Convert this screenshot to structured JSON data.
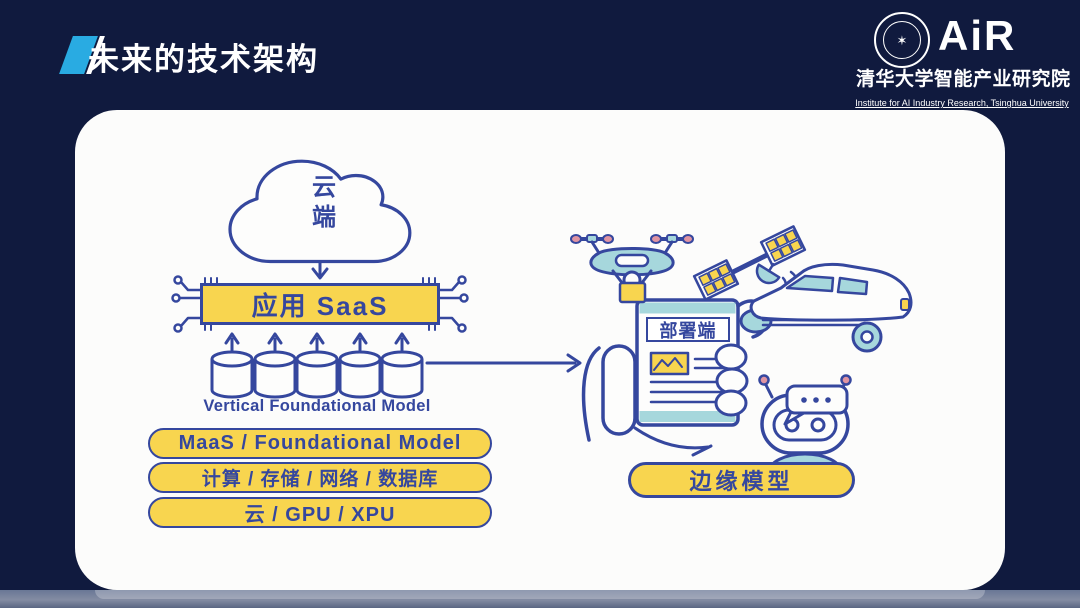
{
  "slide": {
    "title": "未来的技术架构",
    "brand": {
      "logo_text": "AiR",
      "org_cn": "清华大学智能产业研究院",
      "org_en": "Institute for AI Industry Research,  Tsinghua University",
      "seal_star": "✶"
    },
    "diagram": {
      "cloud_label": "云端",
      "saas_banner": "应用 SaaS",
      "foundation_caption": "Vertical Foundational Model",
      "stack_buttons": [
        "MaaS / Foundational Model",
        "计算 / 存储 / 网络 / 数据库",
        "云 / GPU / XPU"
      ],
      "device_label": "部署端",
      "edge_button": "边缘模型"
    },
    "colors": {
      "background": "#101A3E",
      "line_blue": "#35479E",
      "yellow": "#F8D54F",
      "teal": "#A6D7DC",
      "slash_blue": "#29ABE2",
      "pink": "#E094A2"
    }
  }
}
